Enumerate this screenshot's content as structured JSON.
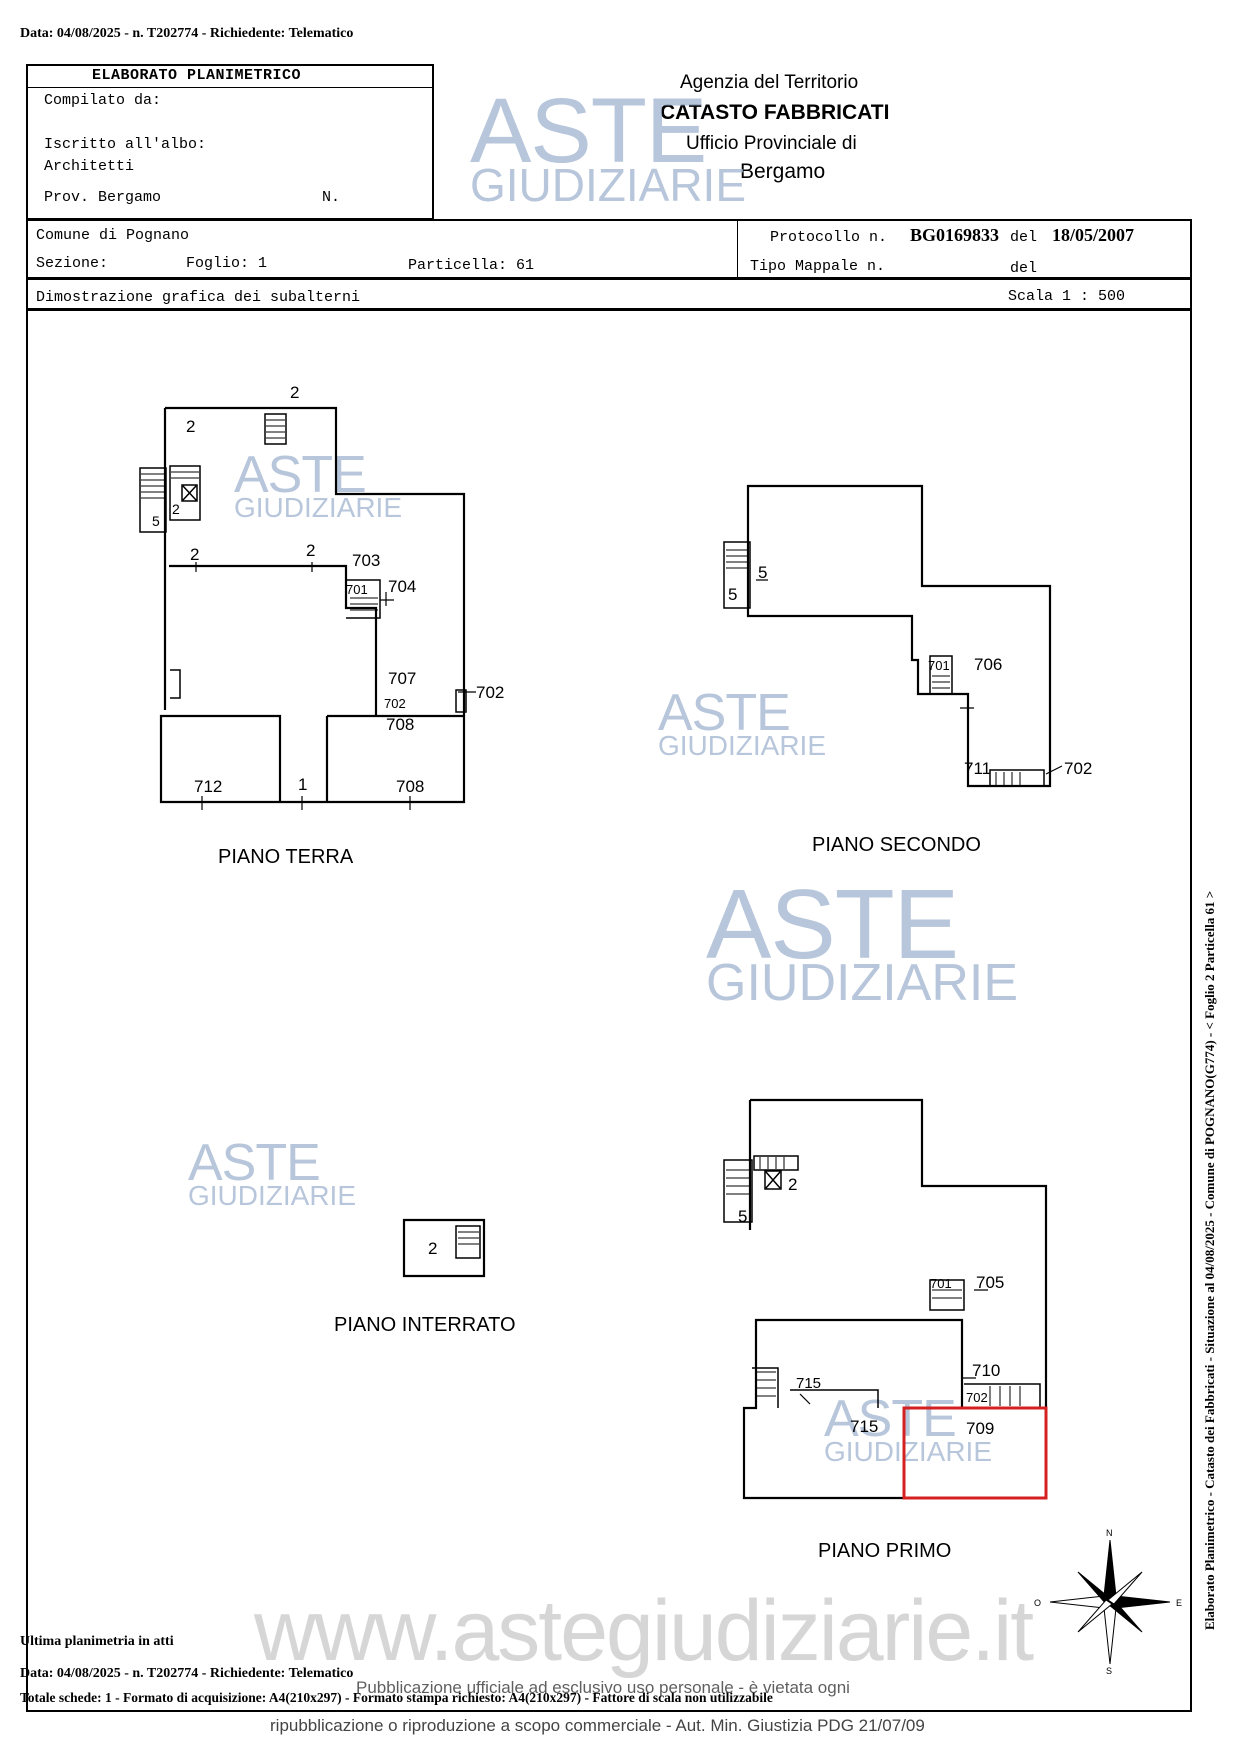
{
  "header_top": "Data: 04/08/2025 - n. T202774 - Richiedente: Telematico",
  "left_box": {
    "title": "ELABORATO PLANIMETRICO",
    "compilato": "Compilato da:",
    "iscritto": "Iscritto all'albo:",
    "albo": "Architetti",
    "prov": "Prov. Bergamo",
    "n": "N."
  },
  "agency": {
    "line1": "Agenzia del Territorio",
    "line2": "CATASTO FABBRICATI",
    "line3": "Ufficio Provinciale di",
    "line4": "Bergamo"
  },
  "info": {
    "comune": "Comune di Pognano",
    "sezione": "Sezione:",
    "foglio": "Foglio: 1",
    "particella": "Particella: 61",
    "protocollo_label": "Protocollo n.",
    "protocollo_value": "BG0169833",
    "del1": "del",
    "date": "18/05/2007",
    "tipo": "Tipo Mappale n.",
    "del2": "del",
    "dimostrazione": "Dimostrazione grafica dei subalterni",
    "scala": "Scala 1 : 500"
  },
  "watermark": {
    "line1": "ASTE",
    "line2": "GIUDIZIARIE"
  },
  "floors": {
    "terra": "PIANO TERRA",
    "secondo": "PIANO SECONDO",
    "interrato": "PIANO INTERRATO",
    "primo": "PIANO PRIMO"
  },
  "plan_labels": {
    "t_2a": "2",
    "t_2b": "2",
    "t_2c": "2",
    "t_2d": "2",
    "t_2e": "2",
    "t_5": "5",
    "t_703": "703",
    "t_701": "701",
    "t_704": "704",
    "t_707": "707",
    "t_702a": "702",
    "t_708a": "708",
    "t_702b": "702",
    "t_712": "712",
    "t_1": "1",
    "t_708b": "708",
    "s_5a": "5",
    "s_5b": "5",
    "s_701": "701",
    "s_706": "706",
    "s_711": "711",
    "s_702": "702",
    "i_2": "2",
    "p_2": "2",
    "p_5": "5",
    "p_701": "701",
    "p_705": "705",
    "p_710": "710",
    "p_715a": "715",
    "p_702": "702",
    "p_715b": "715",
    "p_709": "709"
  },
  "compass": {
    "n": "N",
    "e": "E",
    "s": "S",
    "o": "O"
  },
  "side_text": "Elaborato Planimetrico - Catasto dei Fabbricati - Situazione al 04/08/2025 - Comune di POGNANO(G774) - < Foglio 2 Particella 61 >",
  "bottom": {
    "ultima": "Ultima planimetria in atti",
    "data": "Data: 04/08/2025 - n. T202774 - Richiedente: Telematico",
    "totale": "Totale schede: 1 - Formato di acquisizione: A4(210x297) - Formato stampa richiesto: A4(210x297) - Fattore di scala non utilizzabile"
  },
  "site_watermark": "www.astegiudiziarie.it",
  "footer": {
    "line1": "Pubblicazione ufficiale ad esclusivo uso personale - è vietata ogni",
    "line2": "ripubblicazione o riproduzione a scopo commerciale - Aut. Min. Giustizia PDG 21/07/09"
  },
  "colors": {
    "watermark": "#9fb3cf",
    "highlight": "#d42020"
  }
}
